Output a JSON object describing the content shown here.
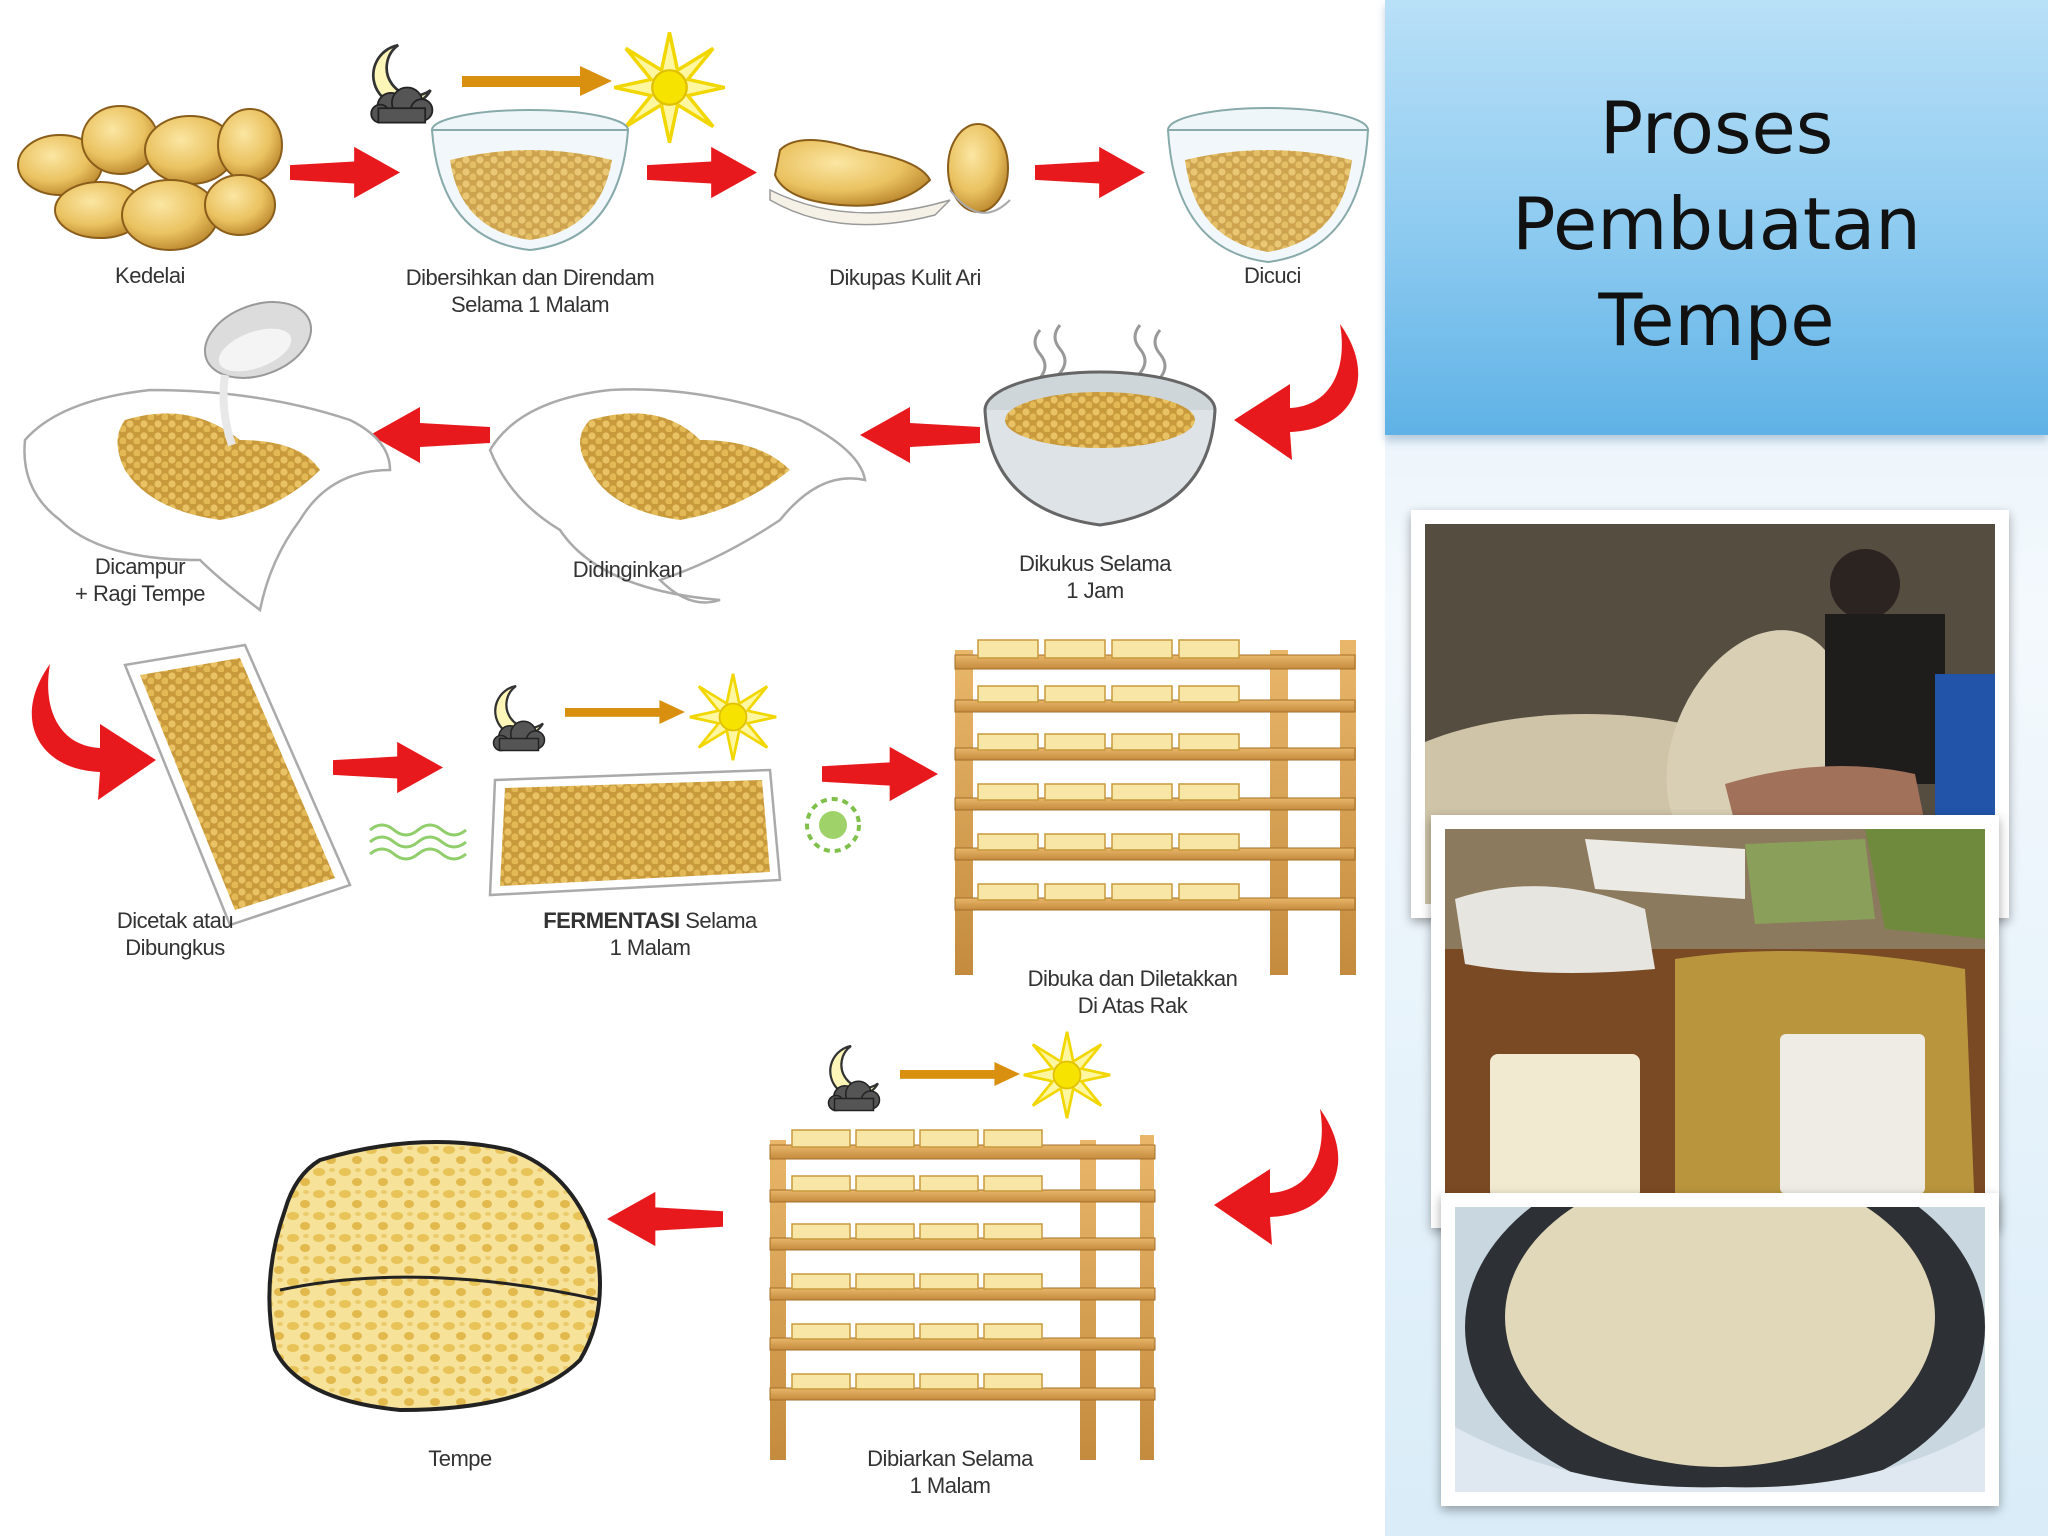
{
  "title": "Proses\nPembuatan\nTempe",
  "steps": [
    {
      "label": "Kedelai"
    },
    {
      "label": "Dibersihkan dan Direndam\nSelama 1 Malam"
    },
    {
      "label": "Dikupas Kulit Ari"
    },
    {
      "label": "Dicuci"
    },
    {
      "label": "Dikukus Selama\n1 Jam"
    },
    {
      "label": "Didinginkan"
    },
    {
      "label": "Dicampur\n+ Ragi Tempe"
    },
    {
      "label": "Dicetak atau\nDibungkus"
    },
    {
      "label_bold": "FERMENTASI",
      "label_rest": " Selama\n1 Malam"
    },
    {
      "label": "Dibuka dan Diletakkan\nDi Atas Rak"
    },
    {
      "label": "Dibiarkan Selama\n1 Malam"
    },
    {
      "label": "Tempe"
    }
  ],
  "colors": {
    "arrow_red": "#e8191c",
    "soy_yellow": "#e9c25a",
    "shelf_wood": "#d9a45a",
    "title_bg": "#8ccaf0"
  },
  "icons": [
    "moon-cloud-icon",
    "sun-icon",
    "orange-arrow-icon",
    "red-arrow-icon",
    "mold-icon",
    "steam-icon"
  ]
}
